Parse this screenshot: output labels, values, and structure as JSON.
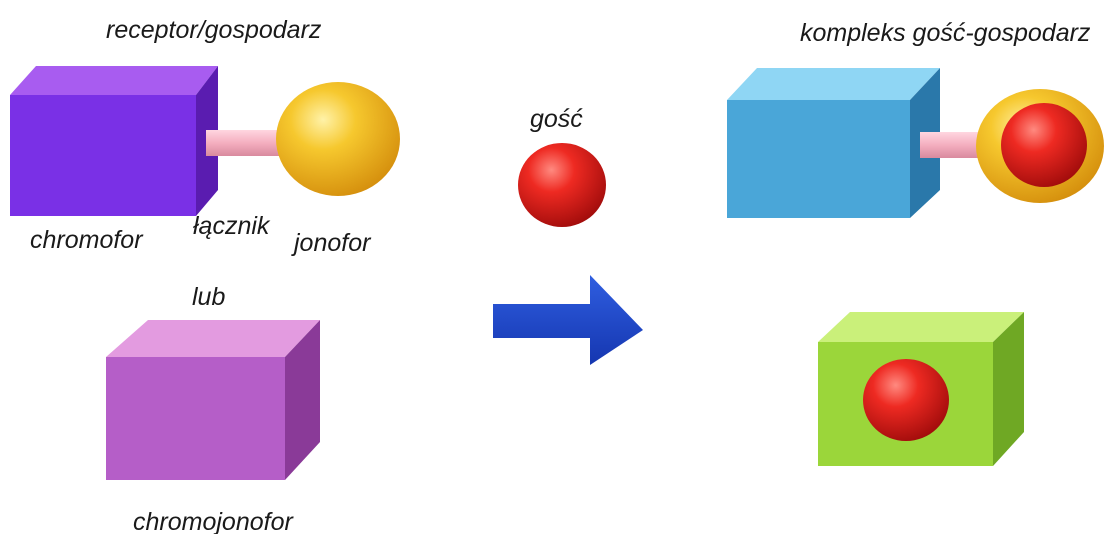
{
  "labels": {
    "receptor": "receptor/gospodarz",
    "chromophore": "chromofor",
    "linker": "łącznik",
    "ionophore": "jonofor",
    "or": "lub",
    "chromoionophore": "chromojonofor",
    "guest": "gość",
    "complex": "kompleks gość-gospodarz"
  },
  "colors": {
    "chromophore_block": "#7a30e6",
    "chromoionophore_block": "#b55ec8",
    "complex_block": "#4aa6d8",
    "chromoionophore_complex_block": "#9bd63a",
    "ionophore_sphere": "#f2b61e",
    "linker": "#f5b3c4",
    "guest_sphere": "#e21a1a",
    "arrow": "#1a44c8"
  }
}
